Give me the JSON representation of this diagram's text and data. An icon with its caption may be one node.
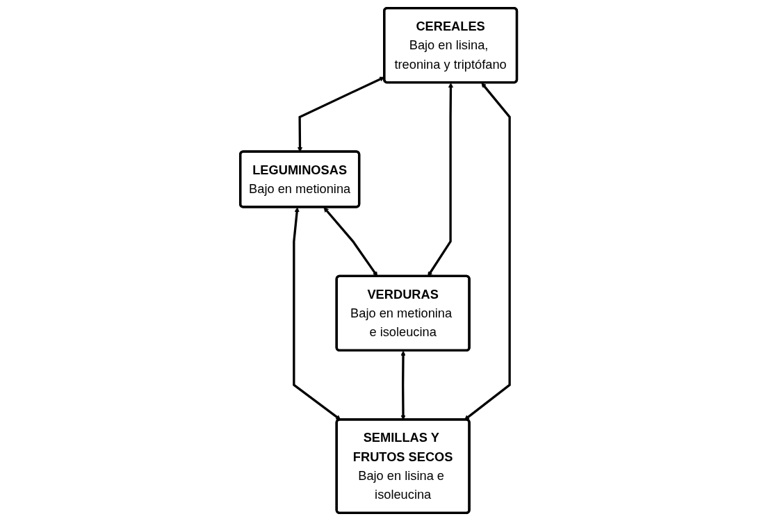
{
  "diagram": {
    "nodes": [
      {
        "text": [
          "CEREALES",
          "Bajo en lisina, treonina y triptófano"
        ]
      },
      {
        "text": [
          "LEGUMINOSAS",
          "Bajo en metionina"
        ]
      },
      {
        "text": [
          "VERDURAS",
          "Bajo en metionina e isoleucina"
        ]
      },
      {
        "text": [
          "SEMILLAS Y FRUTOS SECOS",
          "Bajo en lisina e isoleucina"
        ]
      }
    ],
    "edges": [
      {
        "from": 0,
        "to": 1,
        "arrow": "both"
      },
      {
        "from": 0,
        "to": 2,
        "arrow": "both"
      },
      {
        "from": 1,
        "to": 3,
        "arrow": "both"
      },
      {
        "from": 2,
        "to": 3,
        "arrow": "both"
      },
      {
        "from": 0,
        "to": 3,
        "arrow": "both"
      },
      {
        "from": 1,
        "to": 2,
        "arrow": "both"
      }
    ]
  }
}
